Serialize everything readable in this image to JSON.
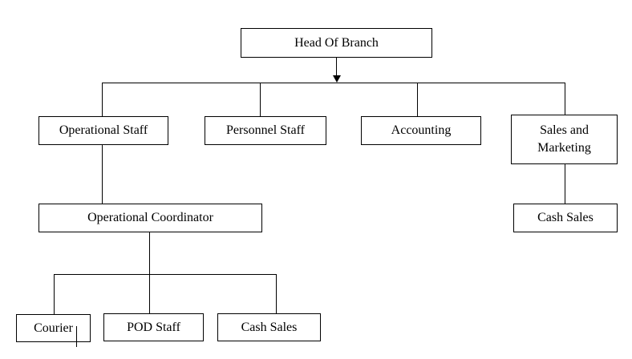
{
  "diagram": {
    "type": "org-chart",
    "nodes": {
      "head_of_branch": "Head Of Branch",
      "operational_staff": "Operational Staff",
      "personnel_staff": "Personnel Staff",
      "accounting": "Accounting",
      "sales_and_marketing": "Sales and Marketing",
      "operational_coordinator": "Operational Coordinator",
      "cash_sales_right": "Cash Sales",
      "courier": "Courier",
      "pod_staff": "POD Staff",
      "cash_sales_bottom": "Cash Sales"
    },
    "edges": [
      [
        "Head Of Branch",
        "Operational Staff"
      ],
      [
        "Head Of Branch",
        "Personnel Staff"
      ],
      [
        "Head Of Branch",
        "Accounting"
      ],
      [
        "Head Of Branch",
        "Sales and Marketing"
      ],
      [
        "Operational Staff",
        "Operational Coordinator"
      ],
      [
        "Sales and Marketing",
        "Cash Sales"
      ],
      [
        "Operational Coordinator",
        "Courier"
      ],
      [
        "Operational Coordinator",
        "POD Staff"
      ],
      [
        "Operational Coordinator",
        "Cash Sales"
      ]
    ],
    "colors": {
      "line": "#000000",
      "box_border": "#000000",
      "background": "#ffffff",
      "text": "#000000"
    }
  }
}
